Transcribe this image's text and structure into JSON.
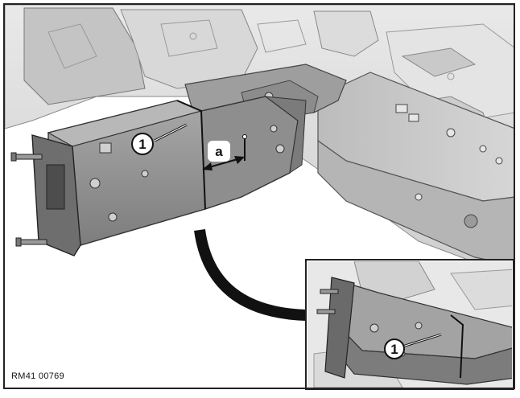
{
  "figure": {
    "id_label": "RM41 00769",
    "callouts": {
      "part_main": "1",
      "part_inset": "1",
      "dimension": "a"
    }
  }
}
